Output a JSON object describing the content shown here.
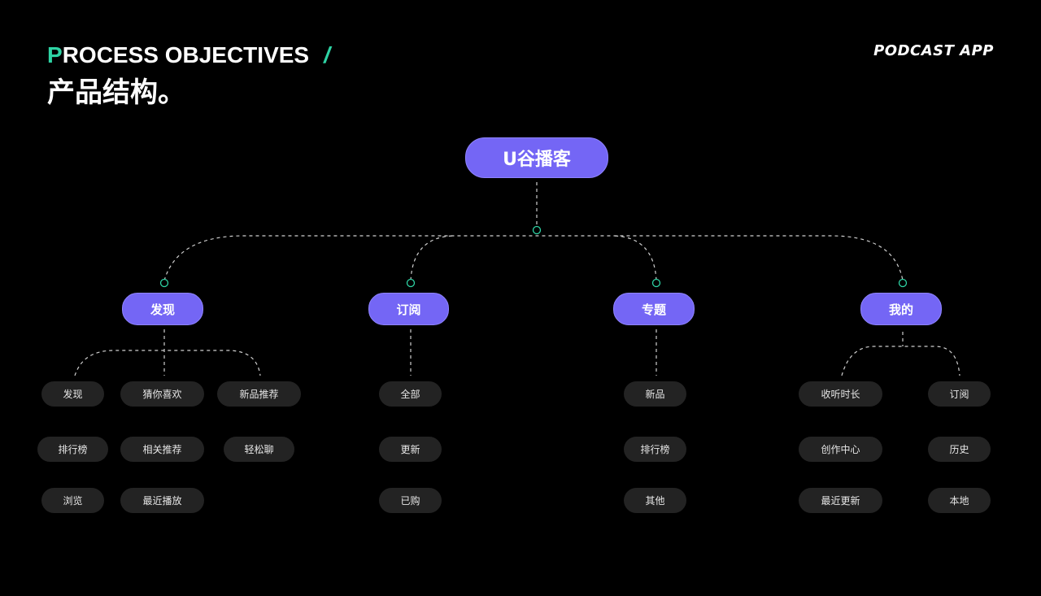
{
  "header": {
    "title_en_first": "P",
    "title_en_rest": "ROCESS OBJECTIVES",
    "title_en_slash": "/",
    "title_cn": "产品结构。",
    "brand": "PODCAST APP"
  },
  "colors": {
    "accent": "#2ed3a4",
    "node": "#7466f5",
    "leaf_bg": "#232323",
    "background": "#000000"
  },
  "root": {
    "label": "U谷播客"
  },
  "categories": [
    {
      "label": "发现",
      "items": [
        "发现",
        "猜你喜欢",
        "新品推荐",
        "排行榜",
        "相关推荐",
        "轻松聊",
        "浏览",
        "最近播放"
      ]
    },
    {
      "label": "订阅",
      "items": [
        "全部",
        "更新",
        "已购"
      ]
    },
    {
      "label": "专题",
      "items": [
        "新品",
        "排行榜",
        "其他"
      ]
    },
    {
      "label": "我的",
      "items": [
        "收听时长",
        "订阅",
        "创作中心",
        "历史",
        "最近更新",
        "本地"
      ]
    }
  ]
}
